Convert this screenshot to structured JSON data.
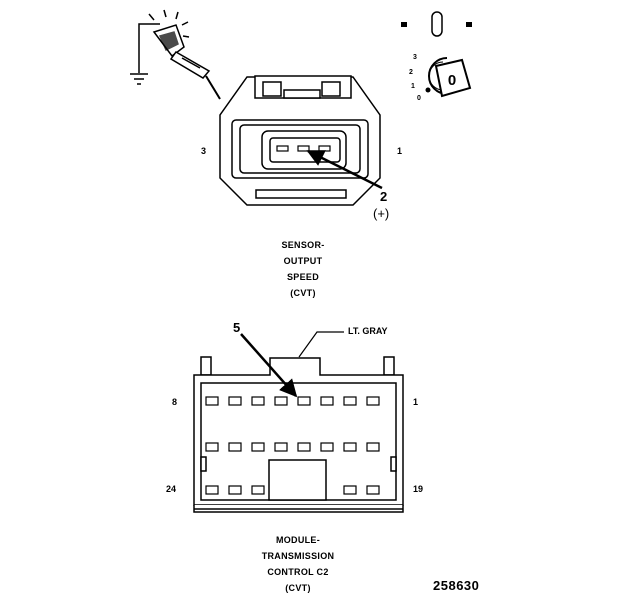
{
  "sensor_connector": {
    "pin_left": "3",
    "pin_right": "1",
    "test_pin": "2",
    "polarity": "(+)",
    "caption": [
      "SENSOR-",
      "OUTPUT",
      "SPEED",
      "(CVT)"
    ]
  },
  "ignition_switch": {
    "positions": [
      "3",
      "2",
      "1",
      "0"
    ],
    "key_position": "0"
  },
  "module_connector": {
    "color_label": "LT. GRAY",
    "test_pin": "5",
    "pin_top_left": "8",
    "pin_top_right": "1",
    "pin_bottom_left": "24",
    "pin_bottom_right": "19",
    "caption": [
      "MODULE-",
      "TRANSMISSION",
      "CONTROL C2",
      "(CVT)"
    ]
  },
  "figure_number": "258630"
}
